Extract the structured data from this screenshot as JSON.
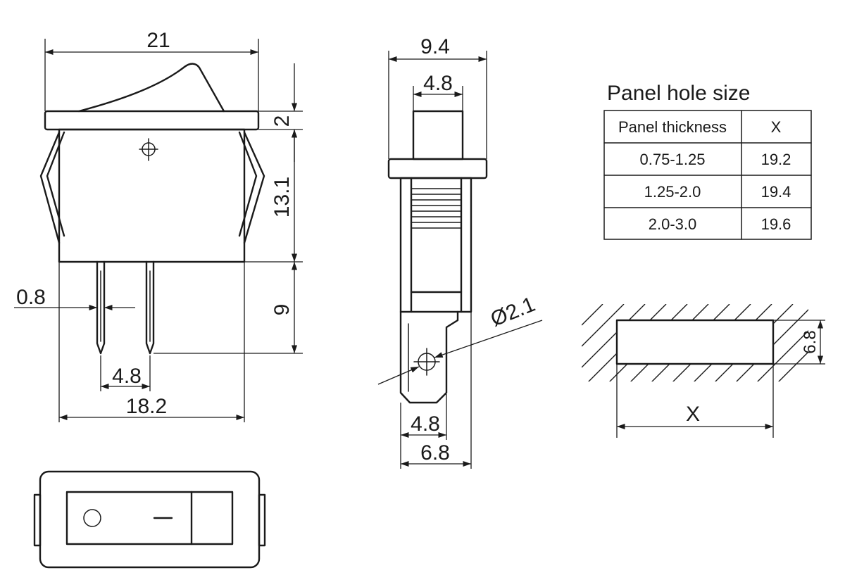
{
  "front_view": {
    "width_label": "21",
    "flange_label": "2",
    "body_height_label": "13.1",
    "pin_length_label": "9",
    "pin_width_label": "0.8",
    "pin_pitch_label": "4.8",
    "body_width_label": "18.2"
  },
  "side_view": {
    "outer_width_label": "9.4",
    "inner_width_label": "4.8",
    "hole_label": "Ø2.1",
    "terminal_width_label": "4.8",
    "terminal_total_label": "6.8"
  },
  "panel_table": {
    "title": "Panel hole size",
    "headers": [
      "Panel thickness",
      "X"
    ],
    "rows": [
      [
        "0.75-1.25",
        "19.2"
      ],
      [
        "1.25-2.0",
        "19.4"
      ],
      [
        "2.0-3.0",
        "19.6"
      ]
    ]
  },
  "panel_cutout": {
    "height_label": "6.8",
    "width_label": "X"
  },
  "top_view": {
    "symbol_off": "O",
    "symbol_on": "—"
  }
}
